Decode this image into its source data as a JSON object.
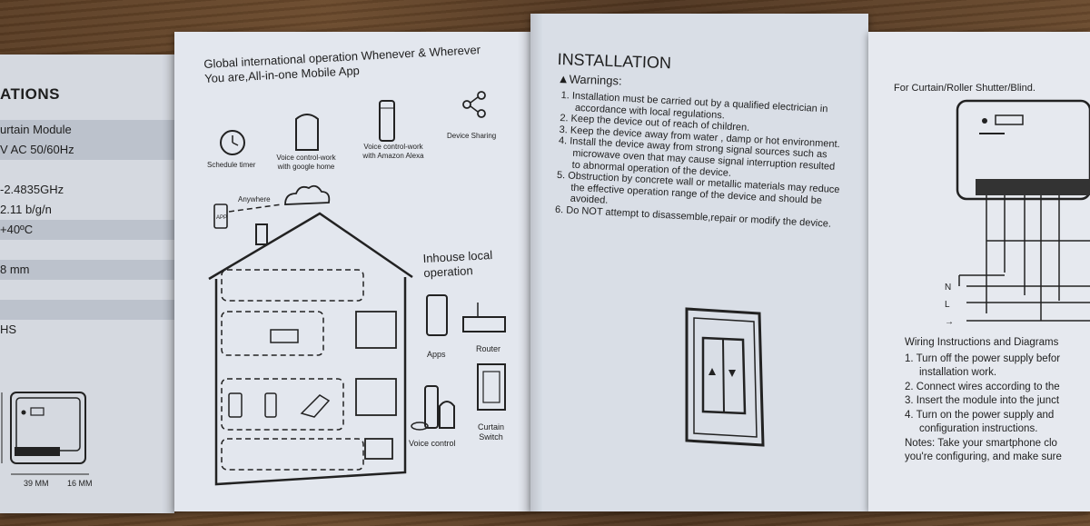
{
  "specs_panel": {
    "title": "ATIONS",
    "rows": [
      {
        "text": "urtain Module",
        "shaded": true
      },
      {
        "text": "V AC 50/60Hz",
        "shaded": true
      },
      {
        "text": "",
        "shaded": false
      },
      {
        "text": "-2.4835GHz",
        "shaded": false
      },
      {
        "text": "2.11 b/g/n",
        "shaded": false
      },
      {
        "text": "+40ºC",
        "shaded": true
      },
      {
        "text": "",
        "shaded": false
      },
      {
        "text": "8 mm",
        "shaded": true
      },
      {
        "text": "",
        "shaded": false
      },
      {
        "text": "",
        "shaded": true
      },
      {
        "text": "HS",
        "shaded": false
      }
    ],
    "dim_width": "39 MM",
    "dim_depth": "16 MM"
  },
  "features_panel": {
    "heading_line1": "Global international operation Whenever & Wherever",
    "heading_line2": "You are,All-in-one Mobile App",
    "features": [
      {
        "label": "Schedule timer",
        "icon": "clock-icon"
      },
      {
        "label": "Voice control-work with google home",
        "icon": "google-home-icon"
      },
      {
        "label": "Voice control-work with Amazon Alexa",
        "icon": "alexa-icon"
      },
      {
        "label": "Device Sharing",
        "icon": "share-icon"
      }
    ],
    "anywhere_label": "Anywhere",
    "app_label": "APP",
    "inhouse_line1": "Inhouse local",
    "inhouse_line2": "operation",
    "apps_label": "Apps",
    "router_label": "Router",
    "voice_label": "Voice control",
    "curtain_label_line1": "Curtain",
    "curtain_label_line2": "Switch"
  },
  "installation_panel": {
    "title": "INSTALLATION",
    "warnings_title": "▲Warnings:",
    "warnings": [
      "1. Installation must be carried out by a qualified electrician in",
      "accordance with local regulations.",
      "2. Keep the device out of reach of children.",
      "3. Keep the device away from water , damp or hot environment.",
      "4. Install the device away from strong signal sources such as",
      "microwave oven that may cause signal interruption resulted",
      "to abnormal operation of the device.",
      "5. Obstruction by concrete wall or metallic materials may reduce",
      "the effective operation range of the device and should be",
      "avoided.",
      "6. Do NOT attempt to disassemble,repair or modify the device."
    ],
    "indent_flags": [
      false,
      true,
      false,
      false,
      false,
      true,
      true,
      false,
      true,
      true,
      false
    ]
  },
  "wiring_panel": {
    "title": "For Curtain/Roller Shutter/Blind.",
    "terminal_labels": [
      "N",
      "L",
      "→"
    ],
    "lines": [
      "Wiring Instructions and Diagrams",
      "1. Turn off the power supply befor",
      "installation work.",
      "2. Connect wires according to the",
      "3. Insert the module into the junct",
      "4. Turn on the power supply and",
      "configuration instructions.",
      "Notes: Take your smartphone clo",
      "you're configuring, and make sure"
    ],
    "indent_flags": [
      false,
      false,
      true,
      false,
      false,
      false,
      true,
      false,
      false
    ]
  }
}
